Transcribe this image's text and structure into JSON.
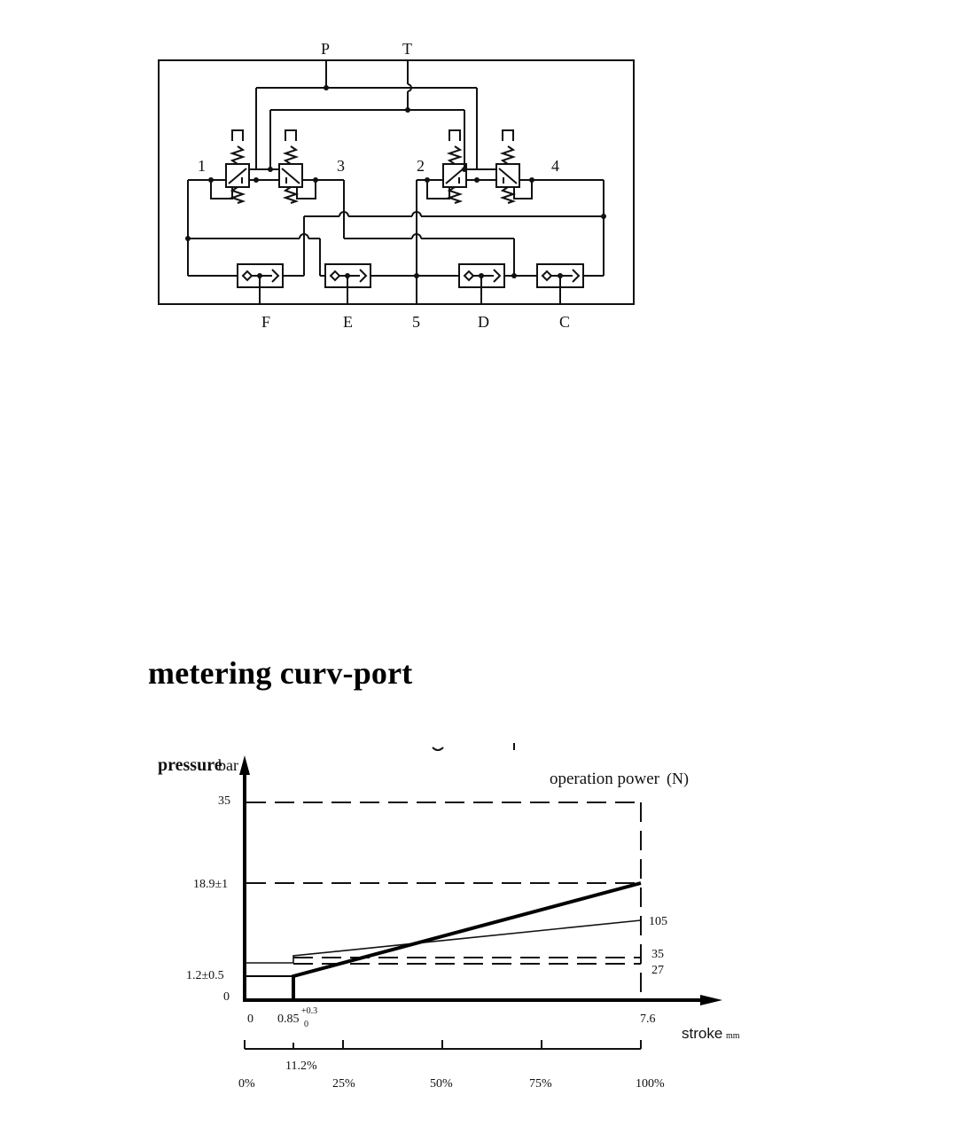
{
  "schematic": {
    "top_ports": [
      "P",
      "T"
    ],
    "valve_labels": [
      "1",
      "3",
      "2",
      "4"
    ],
    "bottom_ports": [
      "F",
      "E",
      "5",
      "D",
      "C"
    ]
  },
  "section_title": "metering curv-port",
  "chart_data": {
    "type": "line",
    "title": "metering curv-port",
    "xlabel": "stroke",
    "xlabel_unit": "mm",
    "ylabel": "pressure",
    "ylabel_unit": "bar",
    "secondary_label": "operation power",
    "secondary_unit": "(N)",
    "x_ticks": [
      "0",
      "0.85",
      "7.6"
    ],
    "x_tick_superscript": "+0.3",
    "x_tick_subscript": "0",
    "y_ticks": [
      "0",
      "1.2±0.5",
      "18.9±1",
      "35"
    ],
    "right_labels": [
      "105",
      "35",
      "27"
    ],
    "percent_scale": {
      "ticks": [
        "0%",
        "25%",
        "50%",
        "75%",
        "100%"
      ],
      "extra_tick": "11.2%"
    },
    "xlim": [
      0,
      7.6
    ],
    "ylim": [
      0,
      35
    ],
    "series": [
      {
        "name": "pressure (bar)",
        "style": "thick solid",
        "x": [
          0,
          0.85,
          0.85,
          7.6
        ],
        "y": [
          1.2,
          1.2,
          0,
          18.9
        ]
      },
      {
        "name": "operation power (N)",
        "style": "thin solid",
        "x": [
          0,
          0.85,
          0.85,
          7.6
        ],
        "y_label_values": [
          27,
          27,
          35,
          105
        ]
      },
      {
        "name": "operation power limits",
        "style": "dashed",
        "levels": [
          35,
          27
        ]
      },
      {
        "name": "pressure limits",
        "style": "dashed",
        "levels": [
          35,
          18.9
        ]
      }
    ]
  }
}
